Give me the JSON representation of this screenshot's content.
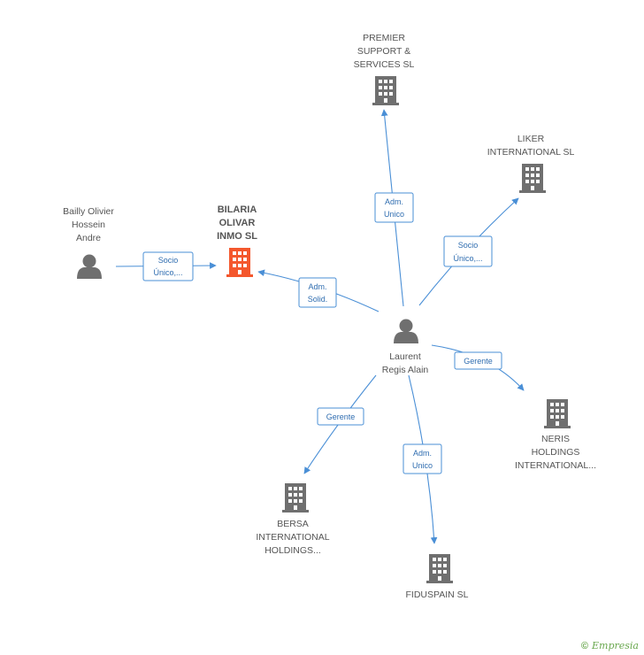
{
  "nodes": {
    "premier": {
      "label": [
        "PREMIER",
        "SUPPORT &",
        "SERVICES  SL"
      ],
      "type": "company"
    },
    "liker": {
      "label": [
        "LIKER",
        "INTERNATIONAL SL"
      ],
      "type": "company"
    },
    "bailly": {
      "label": [
        "Bailly Olivier",
        "Hossein",
        "Andre"
      ],
      "type": "person"
    },
    "bilaria": {
      "label": [
        "BILARIA",
        "OLIVAR",
        "INMO SL"
      ],
      "type": "company",
      "focus": true
    },
    "laurent": {
      "label": [
        "Laurent",
        "Regis Alain"
      ],
      "type": "person"
    },
    "neris": {
      "label": [
        "NERIS",
        "HOLDINGS",
        "INTERNATIONAL..."
      ],
      "type": "company"
    },
    "bersa": {
      "label": [
        "BERSA",
        "INTERNATIONAL",
        "HOLDINGS..."
      ],
      "type": "company"
    },
    "fiduspain": {
      "label": [
        "FIDUSPAIN SL"
      ],
      "type": "company"
    }
  },
  "edges": {
    "bailly_bilaria": [
      "Socio",
      "Único,..."
    ],
    "laurent_bilaria": [
      "Adm.",
      "Solid."
    ],
    "laurent_premier": [
      "Adm.",
      "Unico"
    ],
    "laurent_liker": [
      "Socio",
      "Único,..."
    ],
    "laurent_neris": [
      "Gerente"
    ],
    "laurent_bersa": [
      "Gerente"
    ],
    "laurent_fiduspain": [
      "Adm.",
      "Unico"
    ]
  },
  "footer": {
    "copyright": "©",
    "brand": "Empresia"
  },
  "colors": {
    "edge": "#4a8fd6",
    "node": "#6f6f6f",
    "focus": "#f4572d",
    "brand": "#6aa84f"
  }
}
